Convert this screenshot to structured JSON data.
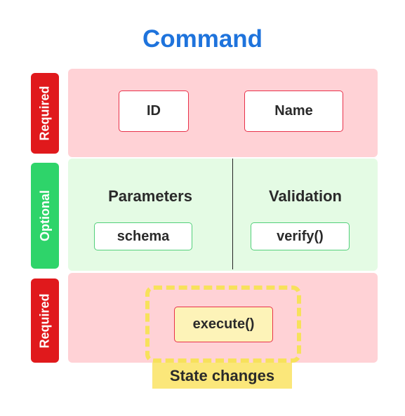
{
  "title": "Command",
  "tags": {
    "top": "Required",
    "middle": "Optional",
    "bottom": "Required"
  },
  "required_section": {
    "id_label": "ID",
    "name_label": "Name"
  },
  "optional_section": {
    "parameters_heading": "Parameters",
    "parameters_item": "schema",
    "validation_heading": "Validation",
    "validation_item": "verify()"
  },
  "execute_section": {
    "execute_label": "execute()",
    "state_changes_label": "State changes"
  },
  "colors": {
    "title": "#1e73dc",
    "required_tag": "#e0191c",
    "optional_tag": "#2ed46a",
    "required_panel": "#ffd2d6",
    "optional_panel": "#e4fbe4",
    "state_highlight": "#fbe77a"
  }
}
